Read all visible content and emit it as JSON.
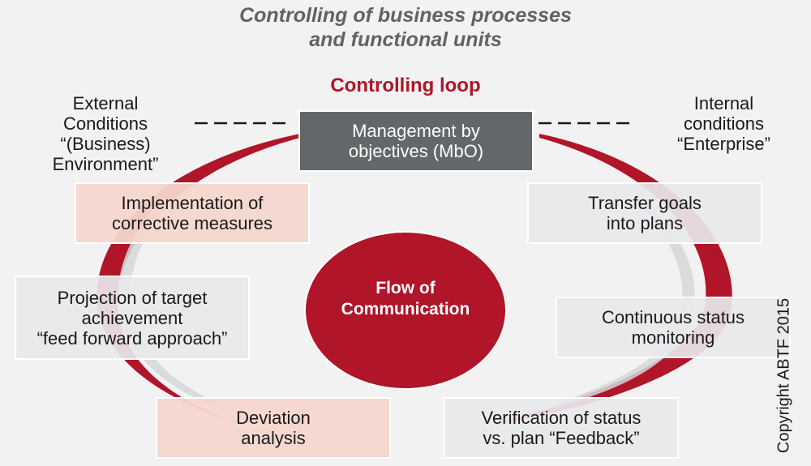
{
  "header": {
    "title_line1": "Controlling of business processes",
    "title_line2": "and functional units",
    "loop_title": "Controlling loop"
  },
  "conditions": {
    "external": [
      "External",
      "Conditions",
      "“(Business)",
      "Environment”"
    ],
    "internal": [
      "Internal",
      "conditions",
      "“Enterprise”"
    ]
  },
  "center": {
    "line1": "Flow of",
    "line2": "Communication"
  },
  "boxes": {
    "mbo": [
      "Management by",
      "objectives (MbO)"
    ],
    "transfer": [
      "Transfer goals",
      "into plans"
    ],
    "monitoring": [
      "Continuous status",
      "monitoring"
    ],
    "verification": [
      "Verification of status",
      "vs. plan “Feedback”"
    ],
    "deviation": [
      "Deviation",
      "analysis"
    ],
    "projection": [
      "Projection of target",
      "achievement",
      "“feed forward approach”"
    ],
    "implementation": [
      "Implementation of",
      "corrective measures"
    ]
  },
  "copyright": "Copyright ABTF 2015",
  "colors": {
    "accent_red": "#b01529",
    "dark_grey": "#63676a",
    "box_grey": "#e8e9eb",
    "box_pink": "#f4d6cc",
    "background": "#f2f2f2"
  }
}
